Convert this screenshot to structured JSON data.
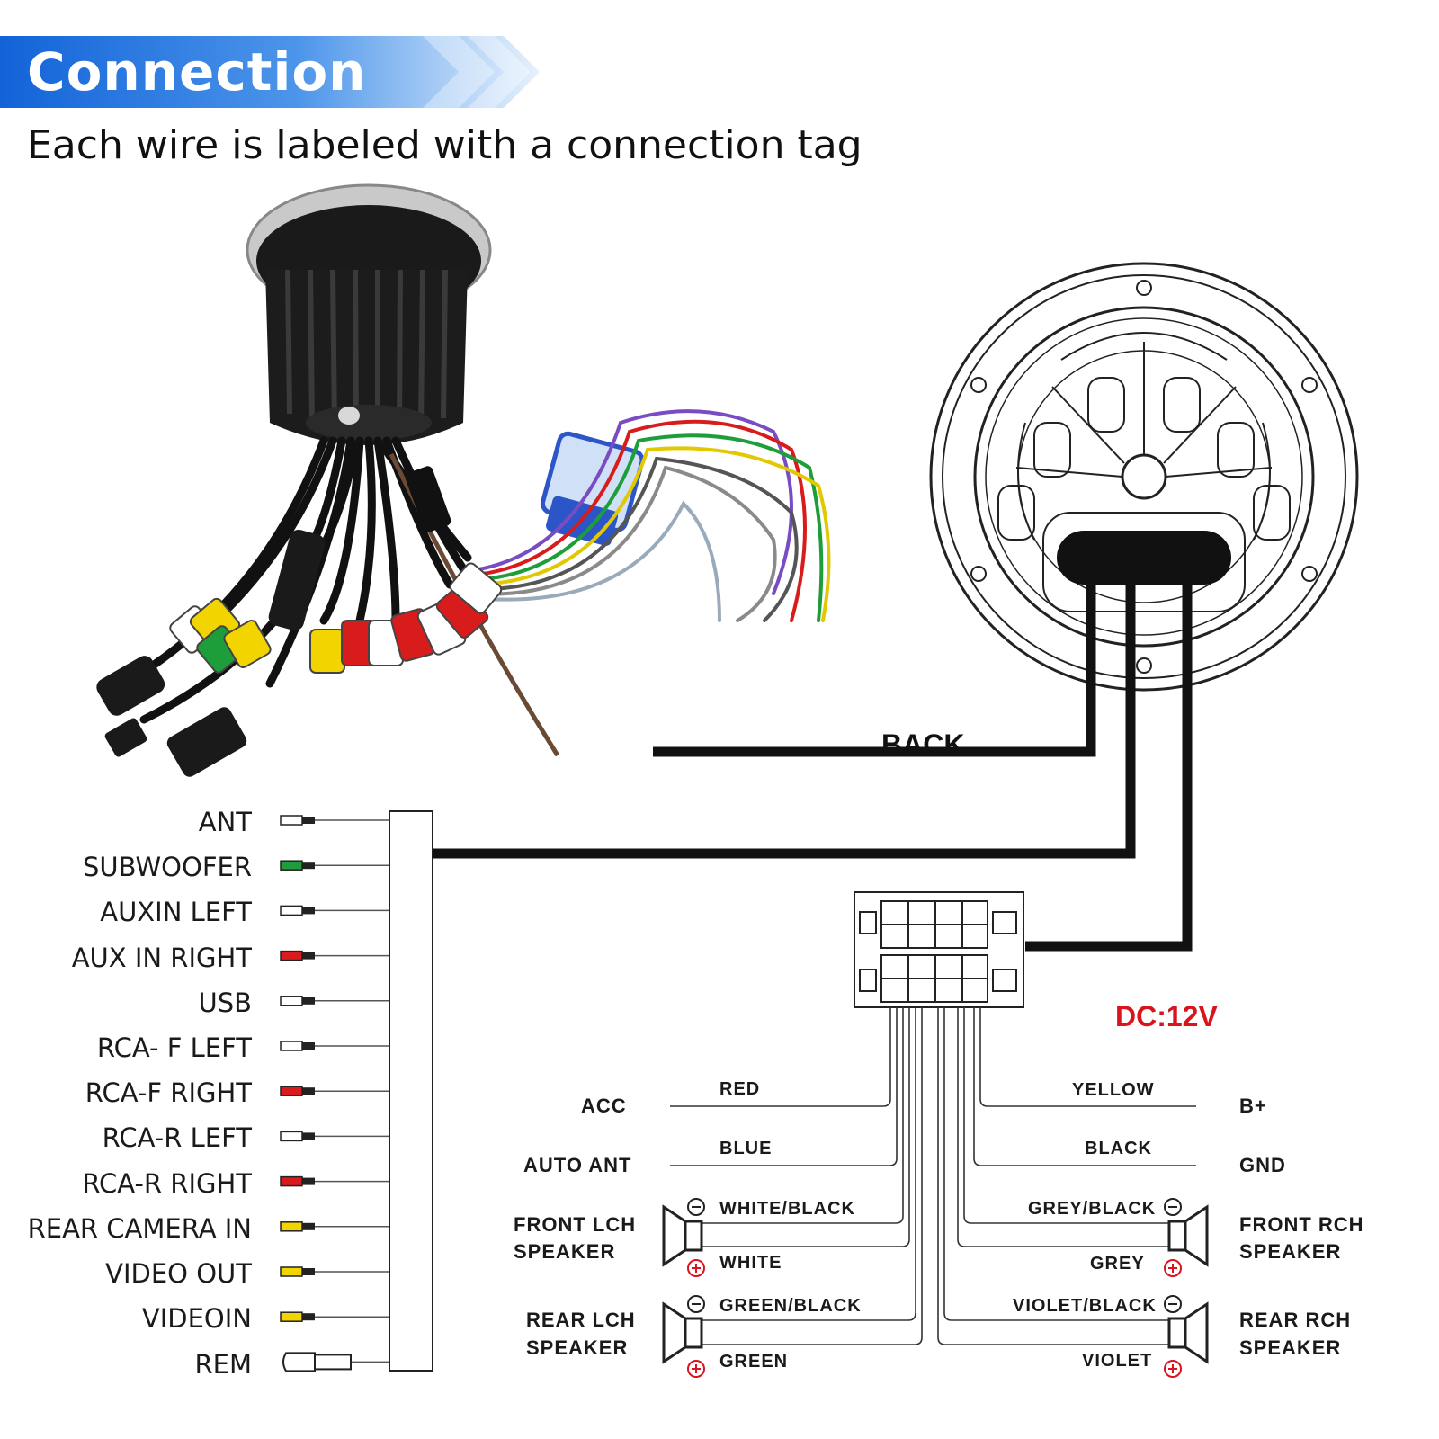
{
  "header": {
    "title": "Connection",
    "subtitle": "Each wire is labeled with a connection tag"
  },
  "colors": {
    "banner_blue": "#1a6fe0",
    "dc_red": "#d9141c",
    "plug_green": "#1e9e3a",
    "plug_red": "#d81c1c",
    "plug_yellow": "#f2d400",
    "plug_white": "#ffffff"
  },
  "rca_labels": [
    {
      "label": "ANT",
      "plug": "white"
    },
    {
      "label": "SUBWOOFER",
      "plug": "green"
    },
    {
      "label": "AUXIN LEFT",
      "plug": "white"
    },
    {
      "label": "AUX IN RIGHT",
      "plug": "red"
    },
    {
      "label": "USB",
      "plug": "white"
    },
    {
      "label": "RCA- F LEFT",
      "plug": "white"
    },
    {
      "label": "RCA-F RIGHT",
      "plug": "red"
    },
    {
      "label": "RCA-R LEFT",
      "plug": "white"
    },
    {
      "label": "RCA-R RIGHT",
      "plug": "red"
    },
    {
      "label": "REAR CAMERA IN",
      "plug": "yellow"
    },
    {
      "label": "VIDEO OUT",
      "plug": "yellow"
    },
    {
      "label": "VIDEOIN",
      "plug": "yellow"
    },
    {
      "label": "REM",
      "plug": "jack"
    }
  ],
  "back_label": "BACK",
  "dc_label": "DC:12V",
  "left_wires": [
    {
      "terminal": "ACC",
      "wire": "RED"
    },
    {
      "terminal": "AUTO ANT",
      "wire": "BLUE"
    }
  ],
  "right_wires": [
    {
      "terminal": "B+",
      "wire": "YELLOW"
    },
    {
      "terminal": "GND",
      "wire": "BLACK"
    }
  ],
  "left_speakers": [
    {
      "name_line1": "FRONT LCH",
      "name_line2": "SPEAKER",
      "neg_wire": "WHITE/BLACK",
      "pos_wire": "WHITE"
    },
    {
      "name_line1": "REAR LCH",
      "name_line2": "SPEAKER",
      "neg_wire": "GREEN/BLACK",
      "pos_wire": "GREEN"
    }
  ],
  "right_speakers": [
    {
      "name_line1": "FRONT RCH",
      "name_line2": "SPEAKER",
      "neg_wire": "GREY/BLACK",
      "pos_wire": "GREY"
    },
    {
      "name_line1": "REAR RCH",
      "name_line2": "SPEAKER",
      "neg_wire": "VIOLET/BLACK",
      "pos_wire": "VIOLET"
    }
  ],
  "polarity": {
    "neg": "−",
    "pos": "+"
  }
}
